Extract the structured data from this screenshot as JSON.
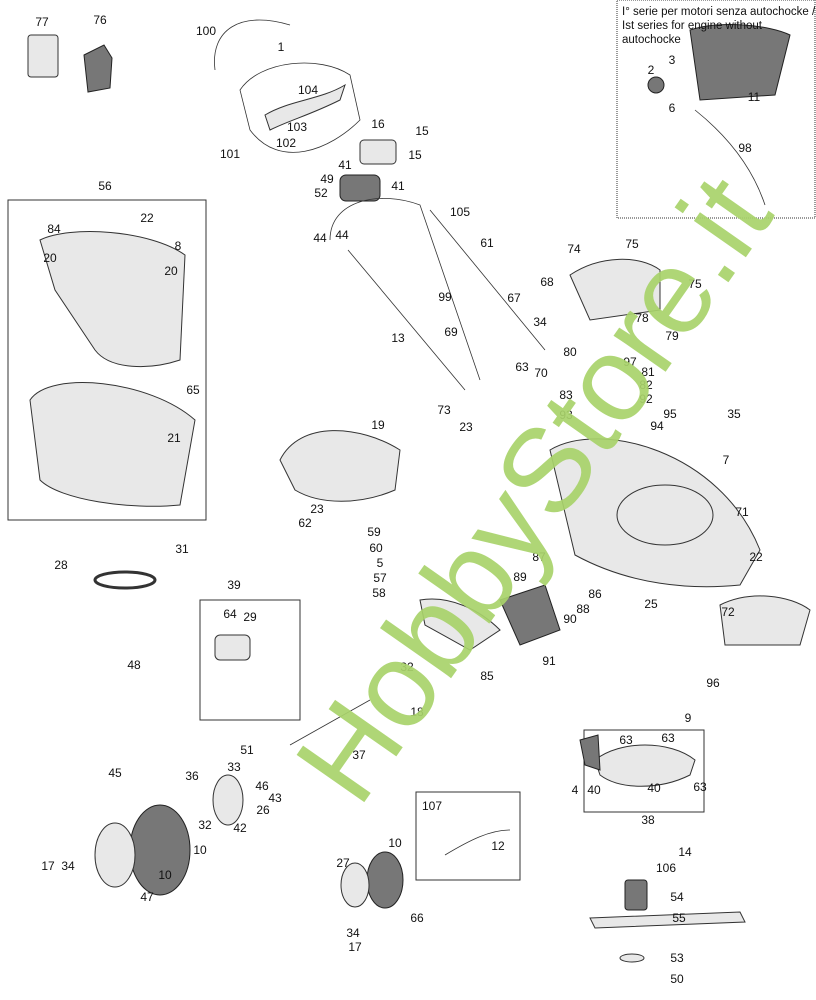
{
  "note": {
    "line1": "I° serie per motori senza autochocke /",
    "line2": "Ist series for engine without autochocke"
  },
  "watermark": "HobbyStore.it",
  "labels": [
    "77",
    "76",
    "100",
    "1",
    "104",
    "103",
    "102",
    "101",
    "16",
    "15",
    "15",
    "41",
    "49",
    "41",
    "52",
    "44",
    "44",
    "105",
    "61",
    "56",
    "22",
    "84",
    "8",
    "20",
    "20",
    "65",
    "21",
    "3",
    "2",
    "6",
    "11",
    "98",
    "74",
    "75",
    "75",
    "68",
    "67",
    "99",
    "78",
    "79",
    "34",
    "80",
    "97",
    "13",
    "69",
    "63",
    "70",
    "81",
    "82",
    "83",
    "92",
    "73",
    "23",
    "19",
    "93",
    "95",
    "94",
    "35",
    "7",
    "71",
    "23",
    "62",
    "59",
    "60",
    "5",
    "57",
    "58",
    "31",
    "28",
    "39",
    "64",
    "29",
    "48",
    "22",
    "87",
    "89",
    "86",
    "88",
    "90",
    "25",
    "72",
    "85",
    "91",
    "96",
    "32",
    "18",
    "37",
    "9",
    "63",
    "63",
    "63",
    "4",
    "40",
    "40",
    "51",
    "33",
    "43",
    "46",
    "26",
    "42",
    "36",
    "32",
    "45",
    "10",
    "10",
    "47",
    "17",
    "34",
    "10",
    "27",
    "66",
    "34",
    "17",
    "107",
    "12",
    "38",
    "14",
    "106",
    "54",
    "55",
    "53",
    "50"
  ]
}
